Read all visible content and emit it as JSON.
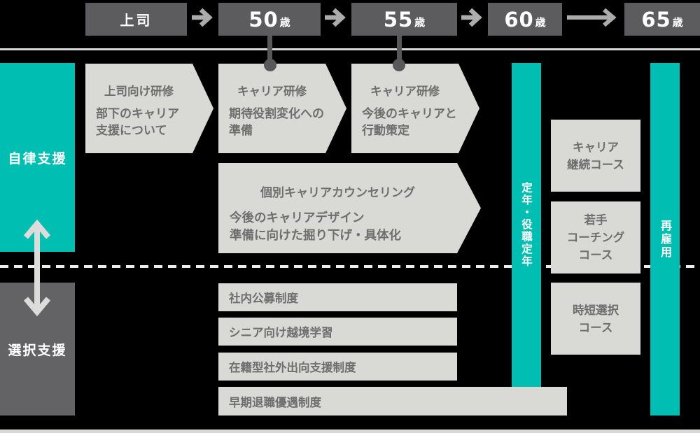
{
  "colors": {
    "background": "#000000",
    "teal": "#01BEB2",
    "timeline_box": "#5C5C5E",
    "selection_lane_box": "#636365",
    "program_box": "#D9D9D6",
    "program_text": "#6E6E6E",
    "arrow_gray": "#ACACAC",
    "line_gray": "#D8D8D5",
    "dash_white": "#EDEDEA",
    "connector_gray": "#58585A"
  },
  "timeline": {
    "boss_label": "上司",
    "ages": [
      {
        "number": "50",
        "unit": "歳"
      },
      {
        "number": "55",
        "unit": "歳"
      },
      {
        "number": "60",
        "unit": "歳"
      },
      {
        "number": "65",
        "unit": "歳"
      }
    ]
  },
  "lanes": {
    "autonomy_label": "自律支援",
    "selection_label": "選択支援"
  },
  "autonomy_programs": {
    "boss_training": {
      "title": "上司向け研修",
      "line1": "部下のキャリア",
      "line2": "支援について"
    },
    "career_training_50": {
      "title": "キャリア研修",
      "line1": "期待役割変化への",
      "line2": "準備"
    },
    "career_training_55": {
      "title": "キャリア研修",
      "line1": "今後のキャリアと",
      "line2": "行動策定"
    },
    "counseling": {
      "title": "個別キャリアカウンセリング",
      "line1": "今後のキャリアデザイン",
      "line2": "準備に向けた掘り下げ・具体化"
    }
  },
  "selection_programs": {
    "internal_recruiting": "社内公募制度",
    "senior_cross_learning": "シニア向け越境学習",
    "secondment_support": "在籍型社外出向支援制度",
    "early_retirement": "早期退職優遇制度"
  },
  "milestones": {
    "retirement_bar": "定年・役職定年",
    "reemployment_bar": "再雇用"
  },
  "courses": {
    "career_continuation": {
      "line1": "キャリア",
      "line2": "継続コース"
    },
    "young_coaching": {
      "line1": "若手",
      "line2": "コーチング",
      "line3": "コース"
    },
    "short_hours": {
      "line1": "時短選択",
      "line2": "コース"
    }
  }
}
